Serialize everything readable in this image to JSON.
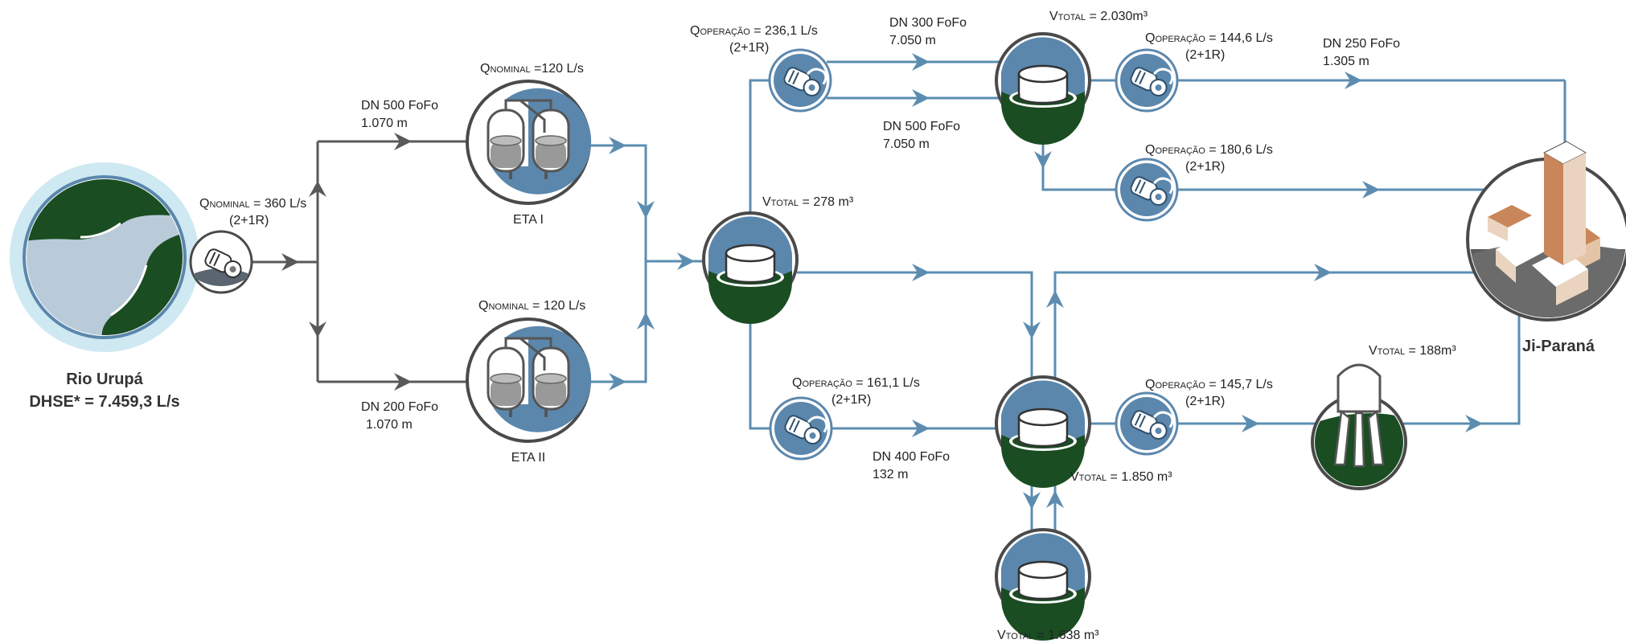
{
  "source": {
    "name": "Rio Urupá",
    "dhse": "DHSE* = 7.459,3 L/s"
  },
  "destination": {
    "name": "Ji-Paraná"
  },
  "pumps": {
    "intake": {
      "q_main": "Q",
      "q_sub": "NOMINAL",
      "q_val": " = 360 L/s",
      "config": "(2+1R)"
    },
    "p236": {
      "q_main": "Q",
      "q_sub": "OPERAÇÃO",
      "q_val": " = 236,1 L/s",
      "config": "(2+1R)"
    },
    "p161": {
      "q_main": "Q",
      "q_sub": "OPERAÇÃO",
      "q_val": " = 161,1 L/s",
      "config": "(2+1R)"
    },
    "p144": {
      "q_main": "Q",
      "q_sub": "OPERAÇÃO",
      "q_val": " = 144,6 L/s",
      "config": "(2+1R)"
    },
    "p180": {
      "q_main": "Q",
      "q_sub": "OPERAÇÃO",
      "q_val": " = 180,6 L/s",
      "config": "(2+1R)"
    },
    "p145": {
      "q_main": "Q",
      "q_sub": "OPERAÇÃO",
      "q_val": " = 145,7 L/s",
      "config": "(2+1R)"
    }
  },
  "plants": {
    "eta1": {
      "name": "ETA I",
      "q_main": "Q",
      "q_sub": "NOMINAL",
      "q_val": " =120 L/s"
    },
    "eta2": {
      "name": "ETA II",
      "q_main": "Q",
      "q_sub": "NOMINAL",
      "q_val": " = 120 L/s"
    }
  },
  "reservoirs": {
    "r278": {
      "v_main": "V",
      "v_sub": "TOTAL",
      "v_val": " = 278 m³"
    },
    "r2030": {
      "v_main": "V",
      "v_sub": "TOTAL",
      "v_val": " = 2.030m³"
    },
    "r1850": {
      "v_main": "V",
      "v_sub": "TOTAL",
      "v_val": " = 1.850 m³"
    },
    "r1638": {
      "v_main": "V",
      "v_sub": "TOTAL",
      "v_val": " = 1.638 m³"
    },
    "tower188": {
      "v_main": "V",
      "v_sub": "TOTAL",
      "v_val": " = 188m³"
    }
  },
  "pipes": {
    "dn500_eta1": {
      "dn": "DN 500 FoFo",
      "len": "1.070 m"
    },
    "dn200_eta2": {
      "dn": "DN 200 FoFo",
      "len": "1.070 m"
    },
    "dn300": {
      "dn": "DN 300 FoFo",
      "len": "7.050 m"
    },
    "dn500_main": {
      "dn": "DN 500 FoFo",
      "len": "7.050 m"
    },
    "dn400": {
      "dn": "DN 400 FoFo",
      "len": "132 m"
    },
    "dn250": {
      "dn": "DN 250 FoFo",
      "len": "1.305 m"
    }
  },
  "colors": {
    "pipe_treated": "#5c8db1",
    "pipe_raw": "#595959",
    "forest": "#1a4d22",
    "node_ring": "#4a4a4a",
    "node_blue": "#5b87ad",
    "river_halo": "#cfe9f2"
  }
}
